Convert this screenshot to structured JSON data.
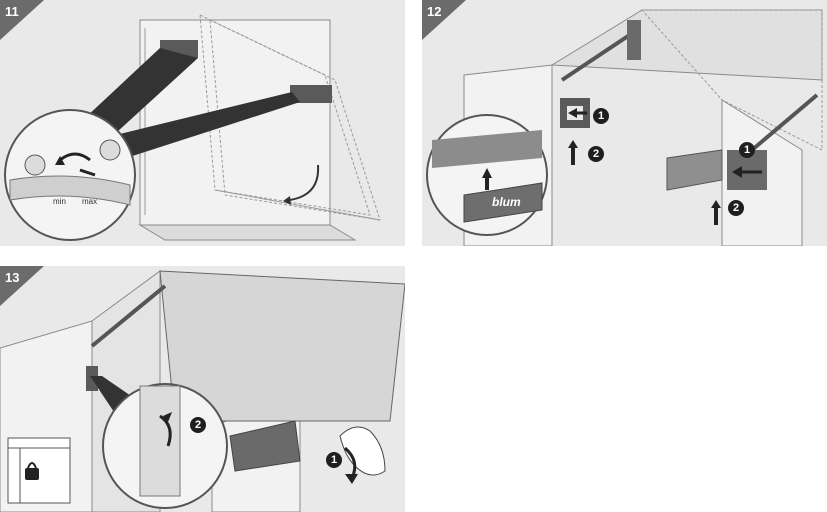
{
  "steps": [
    {
      "number": "11"
    },
    {
      "number": "12"
    },
    {
      "number": "13"
    }
  ],
  "step11": {
    "min_label": "min",
    "max_label": "max"
  },
  "step12": {
    "callout_1": "1",
    "callout_2": "2",
    "brand_label": "blum"
  },
  "step13": {
    "callout_1": "1",
    "callout_2": "2",
    "lock_icon": "lock-icon"
  },
  "colors": {
    "panel_bg": "#e9e9e9",
    "tab_bg": "#6b6b6b",
    "line": "#8a8a8a",
    "dark": "#222222"
  }
}
